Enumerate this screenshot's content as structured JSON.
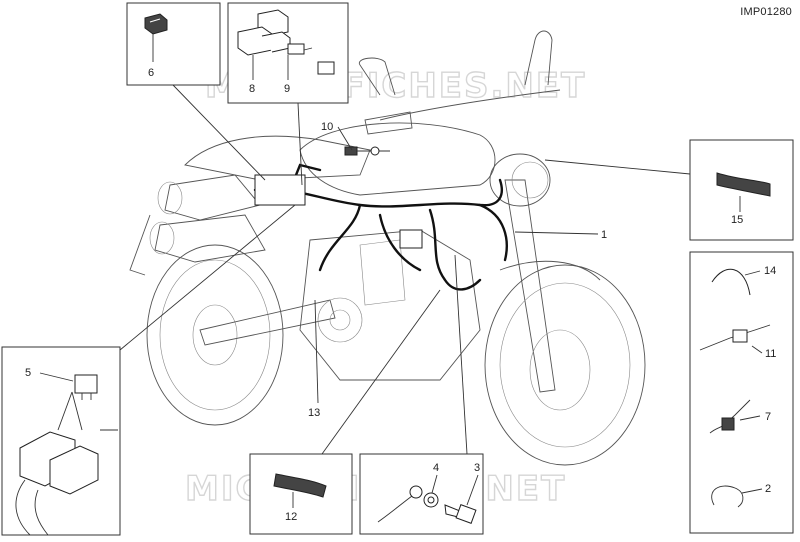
{
  "diagram": {
    "code": "IMP01280",
    "watermark": "MICROFICHES.NET",
    "labels": {
      "p1": "1",
      "p2": "2",
      "p3": "3",
      "p4": "4",
      "p5": "5",
      "p6": "6",
      "p7": "7",
      "p8": "8",
      "p9": "9",
      "p10": "10",
      "p11": "11",
      "p12": "12",
      "p13": "13",
      "p14": "14",
      "p15": "15"
    }
  }
}
